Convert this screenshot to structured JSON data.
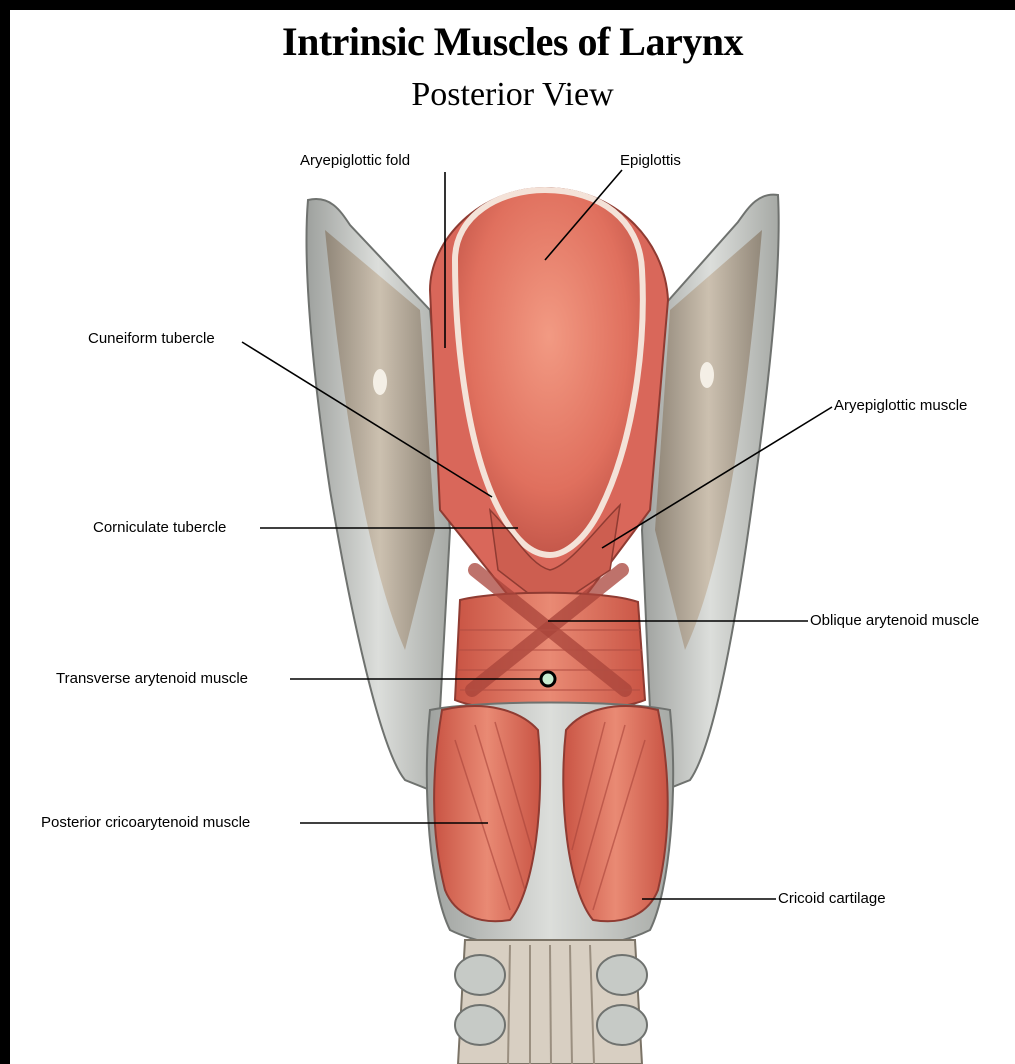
{
  "title": "Intrinsic Muscles of Larynx",
  "subtitle": "Posterior View",
  "colors": {
    "background_frame": "#000000",
    "muscle": "#e0705e",
    "muscle_dark": "#b94a3c",
    "cartilage": "#c9ccc8",
    "cartilage_dark": "#8f938f",
    "membrane": "#b8aa98",
    "epiglottis": "#e8826d"
  },
  "labels": {
    "aryepiglottic_fold": "Aryepiglottic fold",
    "epiglottis": "Epiglottis",
    "cuneiform_tubercle": "Cuneiform tubercle",
    "aryepiglottic_muscle": "Aryepiglottic muscle",
    "corniculate_tubercle": "Corniculate tubercle",
    "oblique_arytenoid_muscle": "Oblique arytenoid muscle",
    "transverse_arytenoid_muscle": "Transverse arytenoid muscle",
    "posterior_cricoarytenoid_muscle": "Posterior cricoarytenoid muscle",
    "cricoid_cartilage": "Cricoid cartilage"
  }
}
